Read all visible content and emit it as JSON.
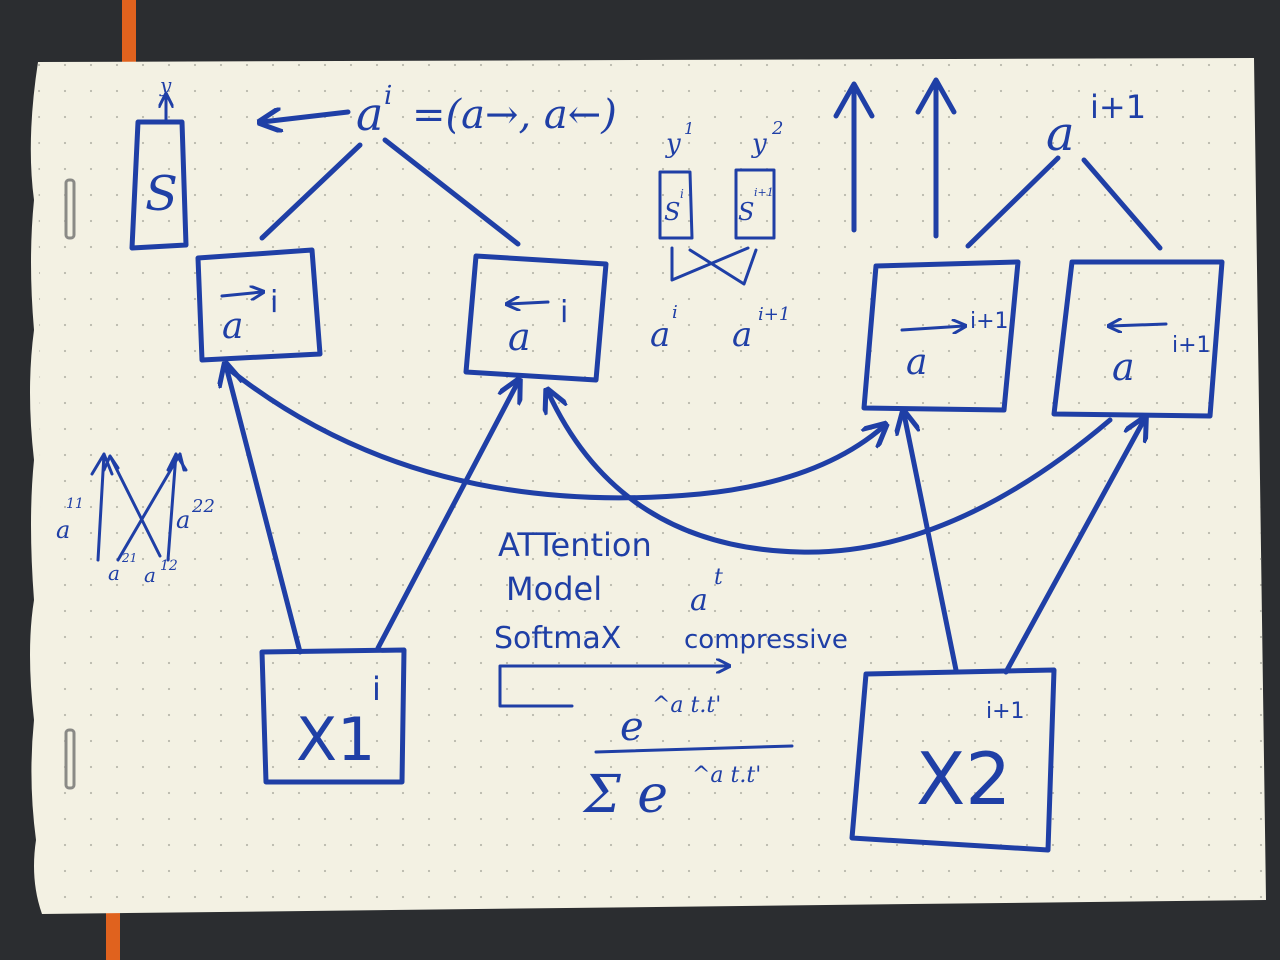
{
  "colors": {
    "ink": "#1f3fa6",
    "paper": "#f3f1e3",
    "background": "#2b2d30",
    "ribbon": "#e0621e"
  },
  "notes": {
    "y_top": "y",
    "s_box": "S",
    "a_eq": "a",
    "a_eq_sup": "i",
    "a_eq_rhs": "=(a→, a←)",
    "fwd_a": "a",
    "fwd_a_sup": "i",
    "bwd_a": "a",
    "bwd_a_sup": "i",
    "y1": "y",
    "y1_sup": "1",
    "y2": "y",
    "y2_sup": "2",
    "s1": "S",
    "s1_sup": "i",
    "s2": "S",
    "s2_sup": "i+1",
    "small_a1": "a",
    "small_a1_sup": "i",
    "small_a2": "a",
    "small_a2_sup": "i+1",
    "a_next": "a",
    "a_next_sup": "i+1",
    "fwd_a2": "a",
    "fwd_a2_sup": "i+1",
    "bwd_a2": "a",
    "bwd_a2_sup": "i+1",
    "x1": "X1",
    "x1_sup": "i",
    "x2": "X2",
    "x2_sup": "i+1",
    "attention": "ATTention",
    "model": "Model",
    "softmax": "SoftmaX",
    "compressive": "compressive",
    "at": "a",
    "at_sup": "t",
    "numerator": "e",
    "numerator_sup": "^a t.t'",
    "denominator": "Σ e",
    "denominator_sup": "^a t.t'",
    "side_a11": "a",
    "side_a11_sup": "11",
    "side_a22": "a",
    "side_a22_sup": "22",
    "side_a21": "a",
    "side_a21_sup": "21",
    "side_a12": "a",
    "side_a12_sup": "12"
  }
}
